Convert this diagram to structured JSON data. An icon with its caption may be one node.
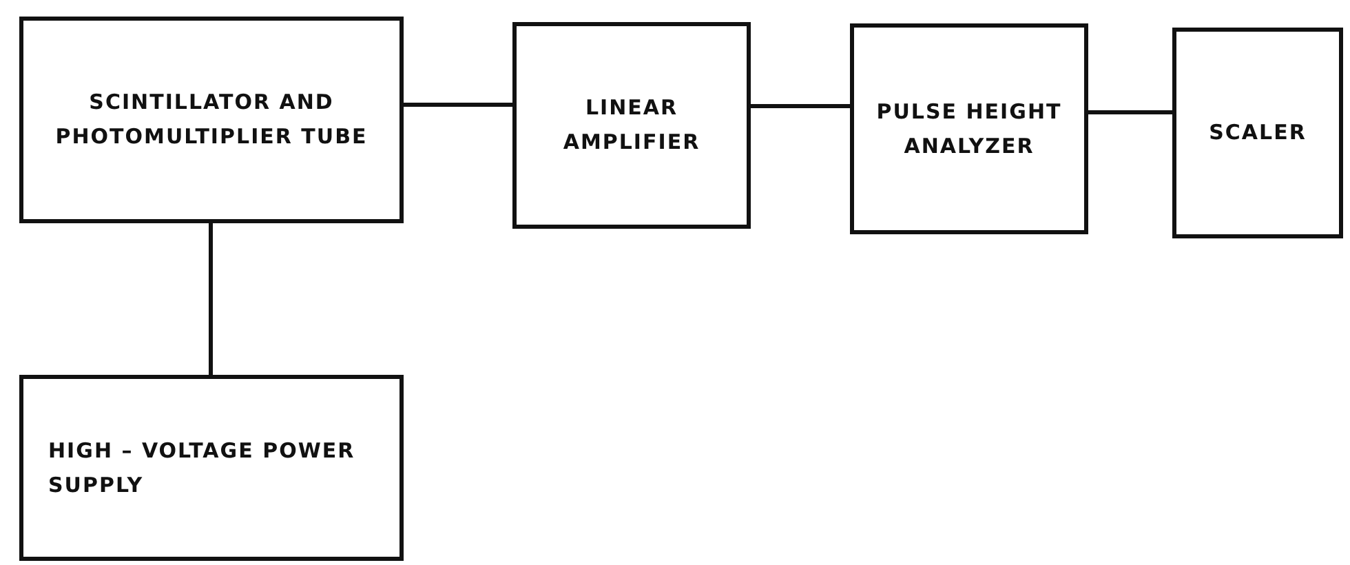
{
  "diagram": {
    "nodes": [
      {
        "text": [
          "SCINTILLATOR AND PHOTOMULTIPLIER TUBE"
        ]
      },
      {
        "text": [
          "LINEAR AMPLIFIER"
        ]
      },
      {
        "text": [
          "PULSE HEIGHT ANALYZER"
        ]
      },
      {
        "text": [
          "SCALER"
        ]
      },
      {
        "text": [
          "HIGH – VOLTAGE POWER SUPPLY"
        ]
      }
    ],
    "edges": [
      {
        "from": 0,
        "to": 1,
        "arrow": "none"
      },
      {
        "from": 1,
        "to": 2,
        "arrow": "none"
      },
      {
        "from": 2,
        "to": 3,
        "arrow": "none"
      },
      {
        "from": 0,
        "to": 4,
        "arrow": "none"
      }
    ]
  }
}
